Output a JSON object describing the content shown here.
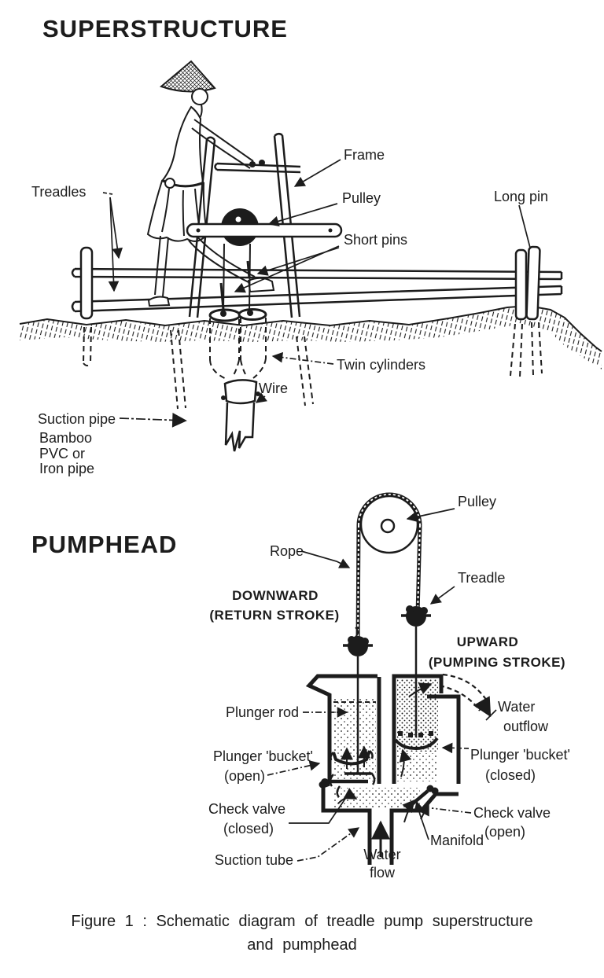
{
  "page": {
    "background": "#ffffff",
    "ink_color": "#1c1c1c"
  },
  "superstructure": {
    "title": "SUPERSTRUCTURE",
    "labels": {
      "treadles": "Treadles",
      "frame": "Frame",
      "pulley": "Pulley",
      "short_pins": "Short pins",
      "long_pin": "Long pin",
      "twin_cylinders": "Twin cylinders",
      "wire": "Wire",
      "suction_pipe": [
        "Suction pipe",
        "Bamboo",
        "PVC or",
        "Iron pipe"
      ]
    }
  },
  "pumphead": {
    "title": "PUMPHEAD",
    "labels": {
      "pulley": "Pulley",
      "rope": "Rope",
      "treadle": "Treadle",
      "downward_stroke": [
        "DOWNWARD",
        "(RETURN STROKE)"
      ],
      "upward_stroke": [
        "UPWARD",
        "(PUMPING STROKE)"
      ],
      "water_outflow": [
        "Water",
        "outflow"
      ],
      "plunger_rod": "Plunger rod",
      "plunger_bucket_open": [
        "Plunger 'bucket'",
        "(open)"
      ],
      "plunger_bucket_closed": [
        "Plunger 'bucket'",
        "(closed)"
      ],
      "check_valve_closed": [
        "Check valve",
        "(closed)"
      ],
      "check_valve_open": [
        "Check valve",
        "(open)"
      ],
      "suction_tube": "Suction tube",
      "manifold": "Manifold",
      "water_flow": [
        "Water",
        "flow"
      ]
    }
  },
  "caption": {
    "line1": "Figure 1 : Schematic diagram of treadle pump superstructure",
    "line2": "and pumphead"
  }
}
